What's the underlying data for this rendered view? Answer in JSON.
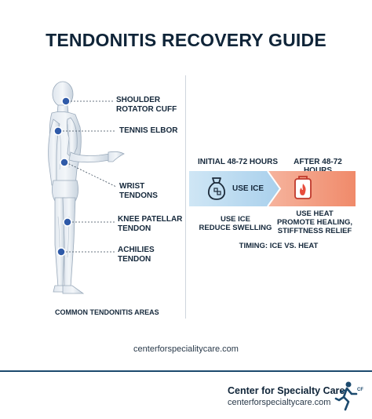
{
  "title": "TENDONITIS RECOVERY GUIDE",
  "body_labels": {
    "shoulder_line1": "SHOULDER",
    "shoulder_line2": "ROTATOR CUFF",
    "elbow": "TENNIS ELBOR",
    "wrist_line1": "WRIST",
    "wrist_line2": "TENDONS",
    "knee_line1": "KNEE PATELLAR",
    "knee_line2": "TENDON",
    "achilles_line1": "ACHILIES",
    "achilles_line2": "TENDON",
    "caption": "COMMON TENDONITIS AREAS"
  },
  "timeline": {
    "initial_label": "INITIAL 48-72 HOURS",
    "after_label": "AFTER 48-72 HOURS",
    "band_ice_text": "USE ICE",
    "ice_line1": "USE ICE",
    "ice_line2": "REDUCE SWELLING",
    "heat_line1": "USE HEAT",
    "heat_line2": "PROMOTE HEALING,",
    "heat_line3": "STIFFTNESS RELIEF",
    "timing": "TIMING: ICE VS. HEAT"
  },
  "website": "centerforspecialitycare.com",
  "footer": {
    "brand": "Center for Specialty Care",
    "url": "centerforspecialtycare.com",
    "logo_mark": "CF"
  },
  "colors": {
    "ice": "#cfe6f5",
    "heat": "#f08a6a",
    "marker": "#2f5aa8",
    "accent": "#1c4a6e"
  }
}
